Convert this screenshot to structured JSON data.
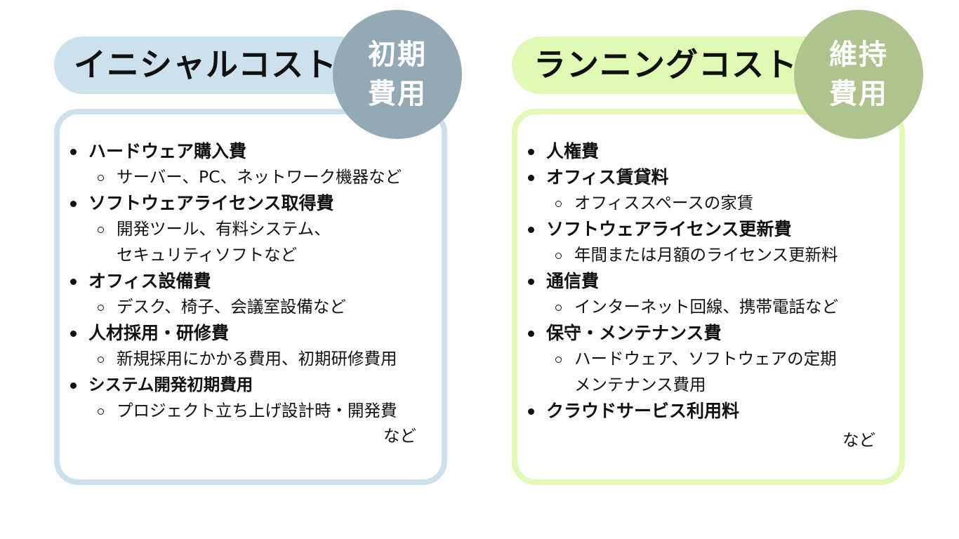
{
  "initial": {
    "title": "イニシャルコスト",
    "badge_line1": "初期",
    "badge_line2": "費用",
    "colors": {
      "pill": "#cde1ed",
      "border": "#cde1ed",
      "badge": "#93a9b5"
    },
    "items": [
      {
        "label": "ハードウェア購入費",
        "sub": [
          "サーバー、PC、ネットワーク機器など"
        ]
      },
      {
        "label": "ソフトウェアライセンス取得費",
        "sub": [
          "開発ツール、有料システム、",
          "セキュリティソフトなど"
        ]
      },
      {
        "label": "オフィス設備費",
        "sub": [
          "デスク、椅子、会議室設備など"
        ]
      },
      {
        "label": "人材採用・研修費",
        "sub": [
          "新規採用にかかる費用、初期研修費用"
        ]
      },
      {
        "label": "システム開発初期費用",
        "sub": [
          "プロジェクト立ち上げ設計時・開発費"
        ]
      }
    ],
    "etc": "など"
  },
  "running": {
    "title": "ランニングコスト",
    "badge_line1": "維持",
    "badge_line2": "費用",
    "colors": {
      "pill": "#e0f9b5",
      "border": "#e0f9b5",
      "badge": "#b0c28e"
    },
    "items": [
      {
        "label": "人権費",
        "sub": []
      },
      {
        "label": "オフィス賃貸料",
        "sub": [
          "オフィススペースの家賃"
        ]
      },
      {
        "label": "ソフトウェアライセンス更新費",
        "sub": [
          "年間または月額のライセンス更新料"
        ]
      },
      {
        "label": "通信費",
        "sub": [
          "インターネット回線、携帯電話など"
        ]
      },
      {
        "label": "保守・メンテナンス費",
        "sub": [
          "ハードウェア、ソフトウェアの定期",
          "メンテナンス費用"
        ]
      },
      {
        "label": "クラウドサービス利用料",
        "sub": []
      }
    ],
    "etc": "など"
  }
}
